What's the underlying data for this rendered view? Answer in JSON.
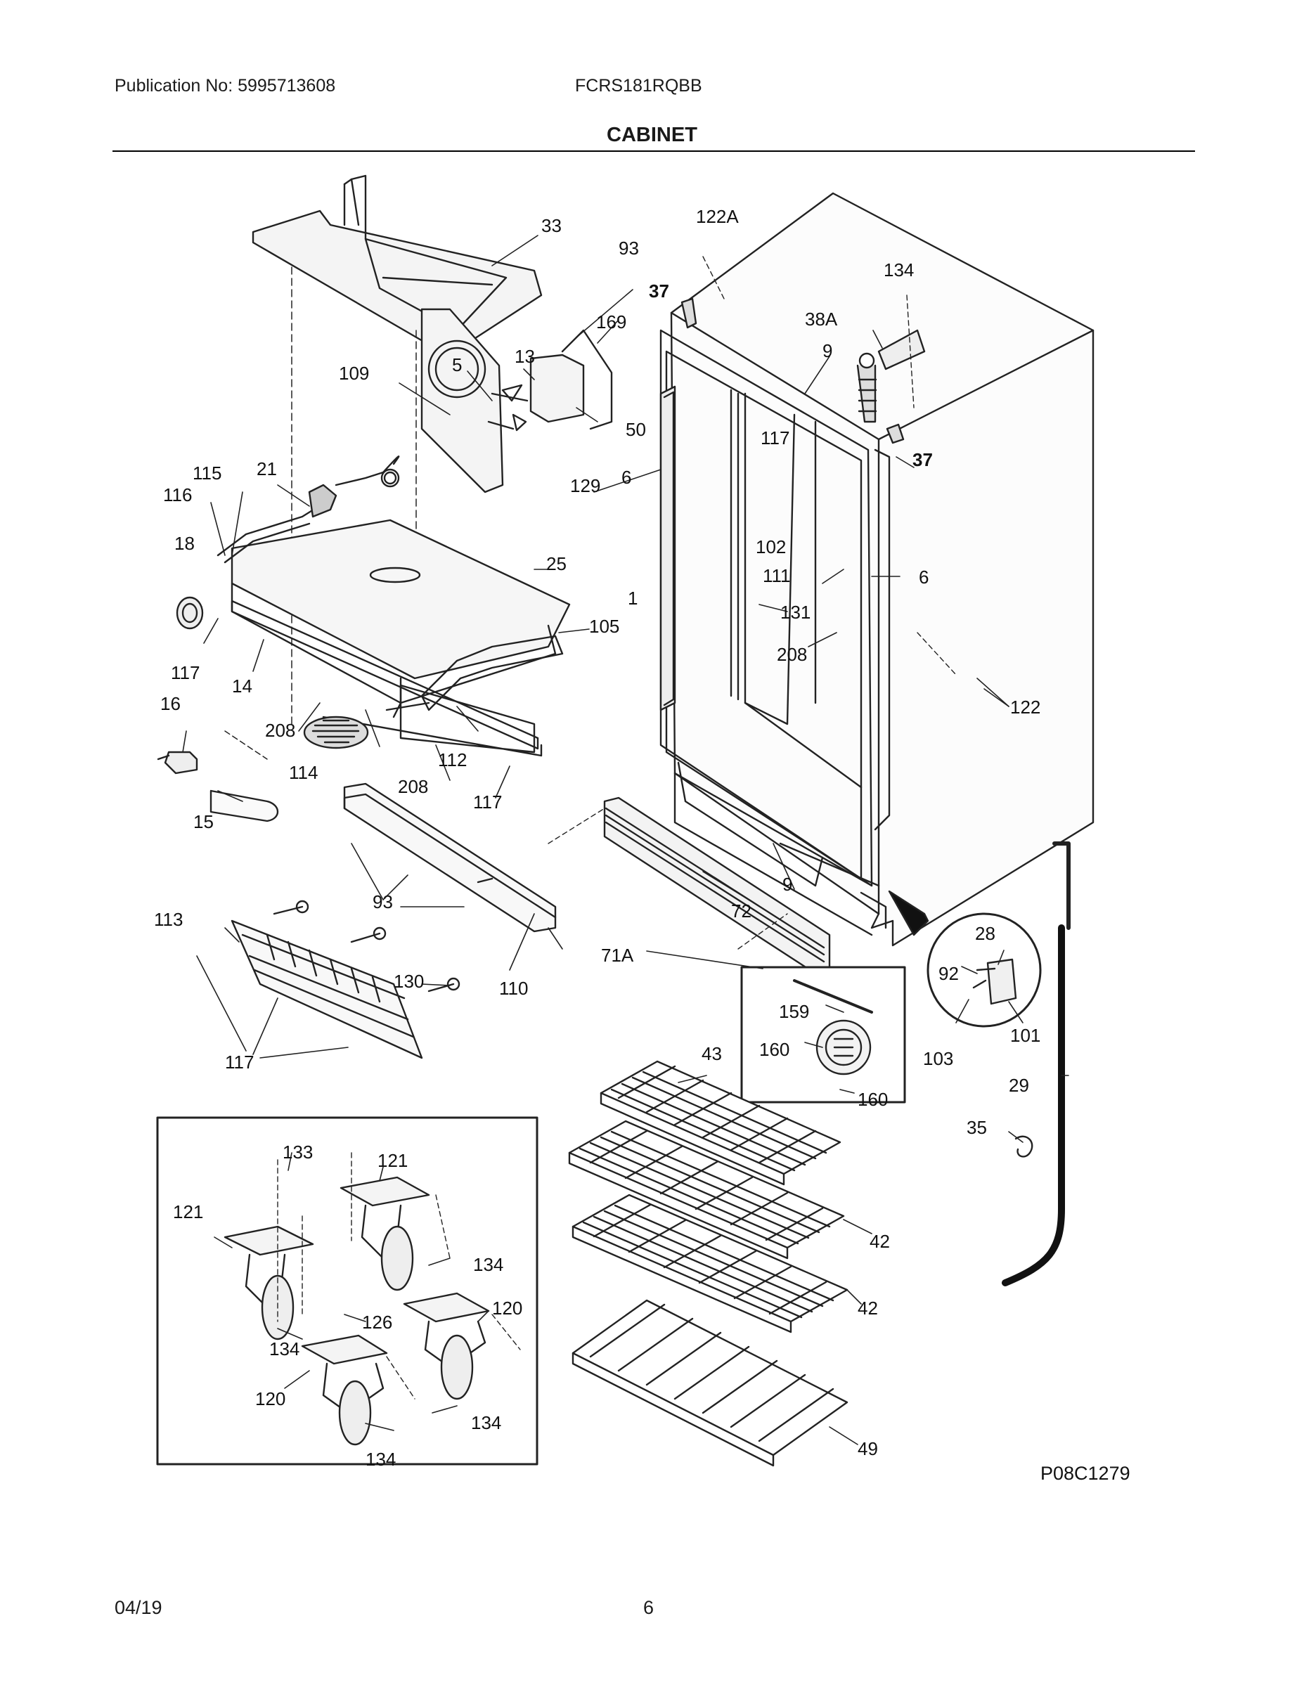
{
  "header": {
    "publication": "Publication No: 5995713608",
    "model": "FCRS181RQBB",
    "title": "CABINET"
  },
  "diagram": {
    "code": "P08C1279",
    "callouts": {
      "c33": "33",
      "c122A": "122A",
      "c93a": "93",
      "c37a": "37",
      "c134a": "134",
      "c169": "169",
      "c38A": "38A",
      "c109": "109",
      "c5": "5",
      "c13": "13",
      "c9a": "9",
      "c50": "50",
      "c117a": "117",
      "c37b": "37",
      "c115": "115",
      "c21": "21",
      "c116": "116",
      "c129": "129",
      "c6a": "6",
      "c18": "18",
      "c25": "25",
      "c102": "102",
      "c111": "111",
      "c6b": "6",
      "c1": "1",
      "c131": "131",
      "c105": "105",
      "c117b": "117",
      "c14": "14",
      "c208a": "208",
      "c16": "16",
      "c122": "122",
      "c208b": "208",
      "c112": "112",
      "c114": "114",
      "c208c": "208",
      "c117c": "117",
      "c15": "15",
      "c93b": "93",
      "c9b": "9",
      "c72": "72",
      "c113": "113",
      "c28": "28",
      "c71A": "71A",
      "c92": "92",
      "c130": "130",
      "c110": "110",
      "c159": "159",
      "c101": "101",
      "c160a": "160",
      "c103": "103",
      "c117d": "117",
      "c43": "43",
      "c29": "29",
      "c160b": "160",
      "c35": "35",
      "c133": "133",
      "c121a": "121",
      "c121b": "121",
      "c42a": "42",
      "c134b": "134",
      "c126": "126",
      "c42b": "42",
      "c120a": "120",
      "c134c": "134",
      "c120b": "120",
      "c134d": "134",
      "c134e": "134",
      "c49": "49"
    }
  },
  "footer": {
    "date": "04/19",
    "page": "6"
  }
}
